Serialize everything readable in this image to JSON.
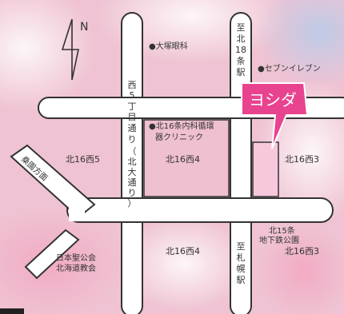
{
  "compass": {
    "north_label": "N"
  },
  "landmarks": {
    "otsuka_eye": "●大塚眼科",
    "seven_eleven": "●セブンイレブン",
    "clinic_line1": "●北16条内科循環",
    "clinic_line2": "器クリニック",
    "church_line1": "日本聖公会",
    "church_line2": "北海道教会"
  },
  "roads": {
    "west5": [
      "西",
      "5",
      "丁",
      "目",
      "通",
      "り",
      "（",
      "北",
      "大",
      "通",
      "り",
      "）"
    ],
    "to_kita18": [
      "至",
      "北",
      "18",
      "条",
      "駅"
    ],
    "to_sapporo": [
      "至",
      "札",
      "幌",
      "駅"
    ],
    "diagonal": "桑園方面"
  },
  "blocks": {
    "n16w5": "北16西5",
    "n16w4_upper": "北16西4",
    "n16w3_upper": "北16西3",
    "n16w4_lower": "北16西4",
    "n16w3_lower": "北16西3"
  },
  "station": {
    "line1": "北15条",
    "line2": "地下鉄公園"
  },
  "callout": {
    "label": "ヨシダ",
    "color": "#e8438f"
  },
  "colors": {
    "road": "#ffffff",
    "road_edge": "#333333",
    "block": "#efc0cf",
    "target_fill": "#f7c8dc"
  }
}
